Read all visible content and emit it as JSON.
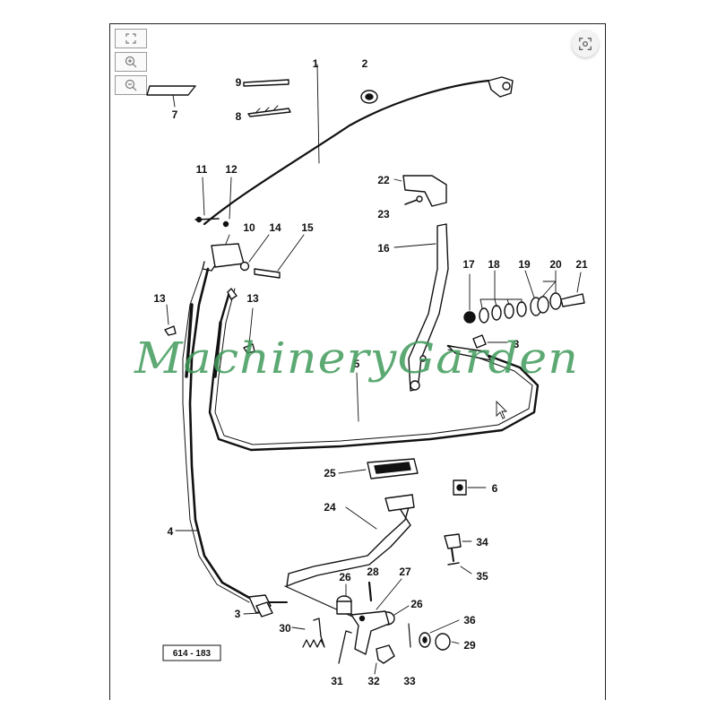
{
  "drawing_ref": "614 - 183",
  "watermark": "MachineryGarden",
  "callouts": {
    "c1": "1",
    "c2": "2",
    "c3a": "3",
    "c3b": "3",
    "c4": "4",
    "c5": "5",
    "c6": "6",
    "c7": "7",
    "c8": "8",
    "c9": "9",
    "c10": "10",
    "c11": "11",
    "c12": "12",
    "c13a": "13",
    "c13b": "13",
    "c14": "14",
    "c15": "15",
    "c16": "16",
    "c17": "17",
    "c18": "18",
    "c19": "19",
    "c20": "20",
    "c21": "21",
    "c22": "22",
    "c23": "23",
    "c24": "24",
    "c25": "25",
    "c26a": "26",
    "c26b": "26",
    "c27": "27",
    "c28": "28",
    "c29": "29",
    "c30": "30",
    "c31": "31",
    "c32": "32",
    "c33": "33",
    "c34": "34",
    "c35": "35",
    "c36": "36"
  },
  "controls": {
    "fit_icon": "fit-screen-icon",
    "zoom_in_icon": "zoom-in-icon",
    "zoom_out_icon": "zoom-out-icon",
    "lens_icon": "visual-search-icon"
  }
}
